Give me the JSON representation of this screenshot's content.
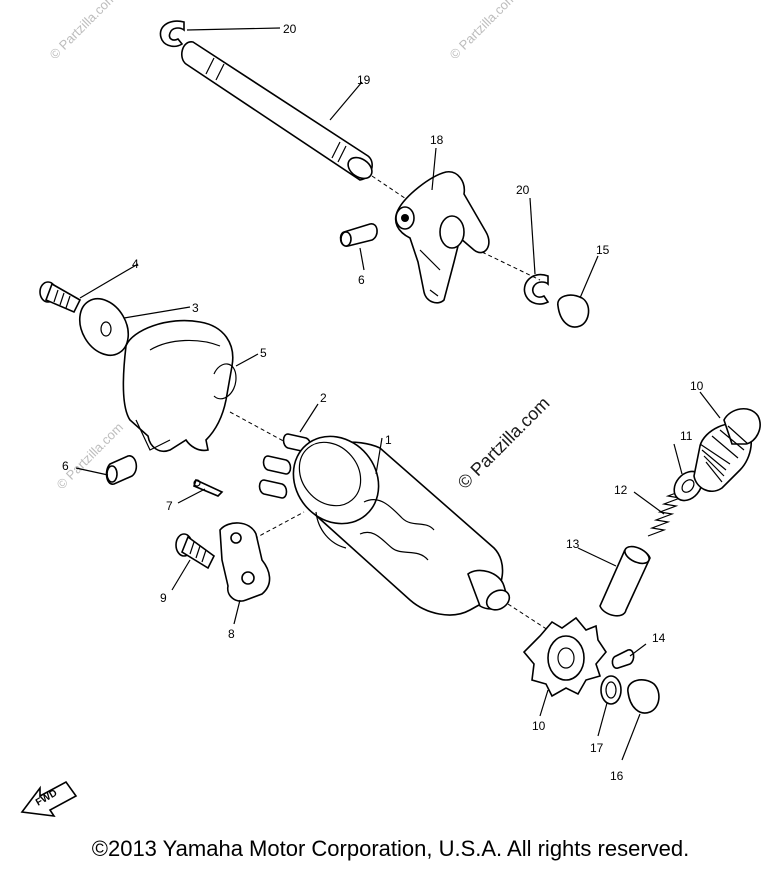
{
  "watermarks": {
    "main": "© Partzilla.com",
    "faint": "© Partzilla.com"
  },
  "fwd_label": "FWD",
  "copyright": "©2013  Yamaha Motor Corporation, U.S.A. All rights reserved.",
  "callouts": [
    {
      "id": "1",
      "label": "1"
    },
    {
      "id": "2",
      "label": "2"
    },
    {
      "id": "3",
      "label": "3"
    },
    {
      "id": "4",
      "label": "4"
    },
    {
      "id": "5",
      "label": "5"
    },
    {
      "id": "6a",
      "label": "6"
    },
    {
      "id": "6b",
      "label": "6"
    },
    {
      "id": "7",
      "label": "7"
    },
    {
      "id": "8",
      "label": "8"
    },
    {
      "id": "9",
      "label": "9"
    },
    {
      "id": "10",
      "label": "10"
    },
    {
      "id": "11",
      "label": "11"
    },
    {
      "id": "12",
      "label": "12"
    },
    {
      "id": "13",
      "label": "13"
    },
    {
      "id": "14",
      "label": "14"
    },
    {
      "id": "15",
      "label": "15"
    },
    {
      "id": "16a",
      "label": "16"
    },
    {
      "id": "16b",
      "label": "16"
    },
    {
      "id": "17",
      "label": "17"
    },
    {
      "id": "18",
      "label": "18"
    },
    {
      "id": "19",
      "label": "19"
    },
    {
      "id": "20a",
      "label": "20"
    },
    {
      "id": "20b",
      "label": "20"
    }
  ]
}
